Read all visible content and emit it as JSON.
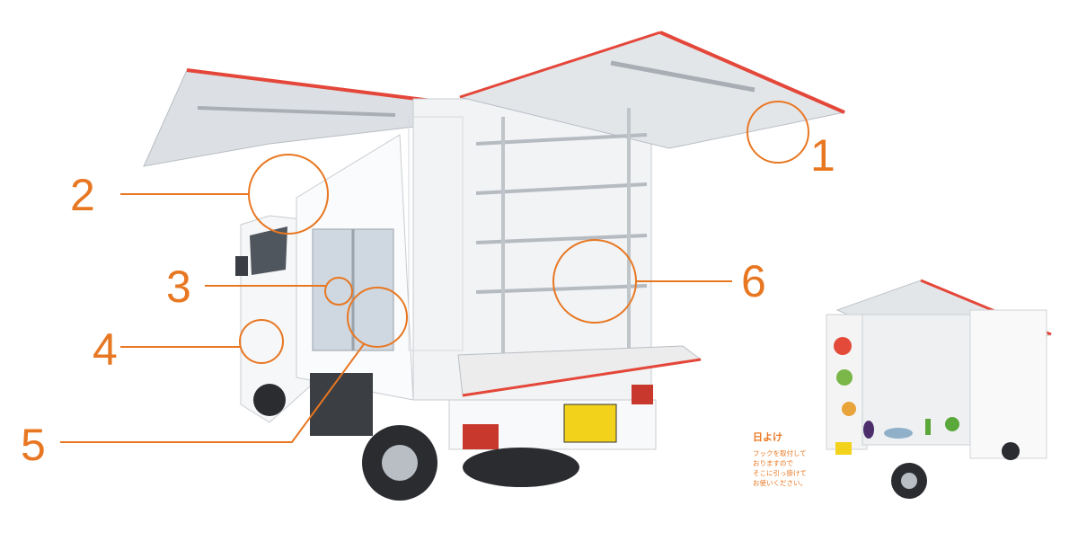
{
  "callouts": [
    {
      "number": "1"
    },
    {
      "number": "2"
    },
    {
      "number": "3"
    },
    {
      "number": "4"
    },
    {
      "number": "5"
    },
    {
      "number": "6"
    }
  ],
  "inset_caption": {
    "title": "日よけ",
    "lines": [
      "フックを取付して",
      "おりますので",
      "そこに引っ掛けて",
      "お使いください。"
    ]
  },
  "colors": {
    "accent": "#e87722",
    "awning_edge": "#e4473a",
    "truck_body": "#ffffff",
    "plate": "#f2d21b"
  }
}
